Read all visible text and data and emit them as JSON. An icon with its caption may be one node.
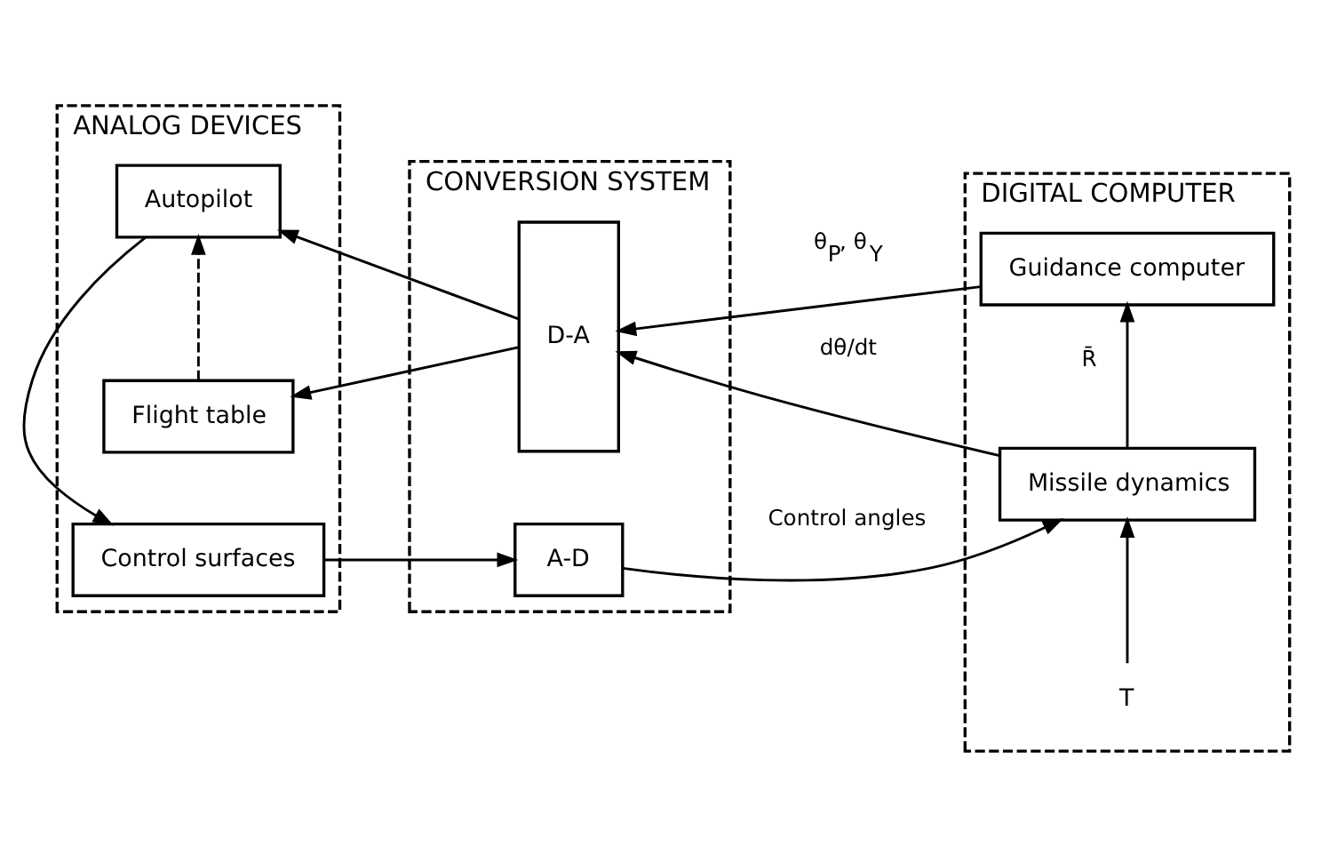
{
  "diagram": {
    "nodes": [
      {
        "text": [
          "ANALOG DEVICES"
        ]
      },
      {
        "text": [
          "Autopilot"
        ],
        "in": 0
      },
      {
        "text": [
          "Flight table"
        ],
        "in": 0
      },
      {
        "text": [
          "Control surfaces"
        ],
        "in": 0
      },
      {
        "text": [
          "CONVERSION SYSTEM"
        ]
      },
      {
        "text": [
          "D-A"
        ],
        "in": 4
      },
      {
        "text": [
          "A-D"
        ],
        "in": 4
      },
      {
        "text": [
          "DIGITAL COMPUTER"
        ]
      },
      {
        "text": [
          "Guidance computer"
        ],
        "in": 7
      },
      {
        "text": [
          "Missile dynamics"
        ],
        "in": 7
      },
      {
        "text": [
          "T"
        ],
        "in": 7
      }
    ],
    "edges": [
      {
        "from": 8,
        "to": 5,
        "arrow": "to",
        "label": "θ$_{P}$, θ$_{Y}$"
      },
      {
        "from": 5,
        "to": 1,
        "arrow": "to"
      },
      {
        "from": 2,
        "to": 1,
        "arrow": "to",
        "style": "dashed"
      },
      {
        "from": 1,
        "to": 3,
        "arrow": "to"
      },
      {
        "from": 3,
        "to": 6,
        "arrow": "to"
      },
      {
        "from": 6,
        "to": 9,
        "arrow": "to",
        "label": "Control angles"
      },
      {
        "from": 9,
        "to": 8,
        "arrow": "to",
        "label": "R̄"
      },
      {
        "from": 9,
        "to": 5,
        "arrow": "to",
        "label": "dθ/dt"
      },
      {
        "from": 5,
        "to": 2,
        "arrow": "to"
      },
      {
        "from": 10,
        "to": 9,
        "arrow": "to"
      }
    ]
  }
}
